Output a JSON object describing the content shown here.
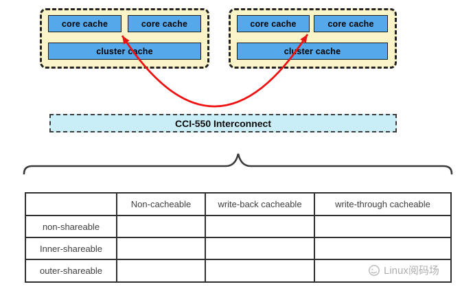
{
  "colors": {
    "core_box_blue": "#55a8ea",
    "cluster_bg_yellow": "#faf4c8",
    "interconnect_cyan": "#c9eef7",
    "arrow_red": "#ee1111",
    "table_border_dark": "#2f2f2f"
  },
  "clusters": [
    {
      "cores": [
        "core cache",
        "core cache"
      ],
      "cluster_cache": "cluster cache"
    },
    {
      "cores": [
        "core cache",
        "core cache"
      ],
      "cluster_cache": "cluster cache"
    }
  ],
  "interconnect": {
    "label": "CCI-550 Interconnect"
  },
  "table": {
    "columns": [
      "",
      "Non-cacheable",
      "write-back cacheable",
      "write-through cacheable"
    ],
    "rows": [
      {
        "label": "non-shareable",
        "cells": [
          "",
          "",
          ""
        ]
      },
      {
        "label": "Inner-shareable",
        "cells": [
          "",
          "",
          ""
        ]
      },
      {
        "label": "outer-shareable",
        "cells": [
          "",
          "",
          ""
        ]
      }
    ]
  },
  "watermark": {
    "text": "Linux阅码场"
  }
}
